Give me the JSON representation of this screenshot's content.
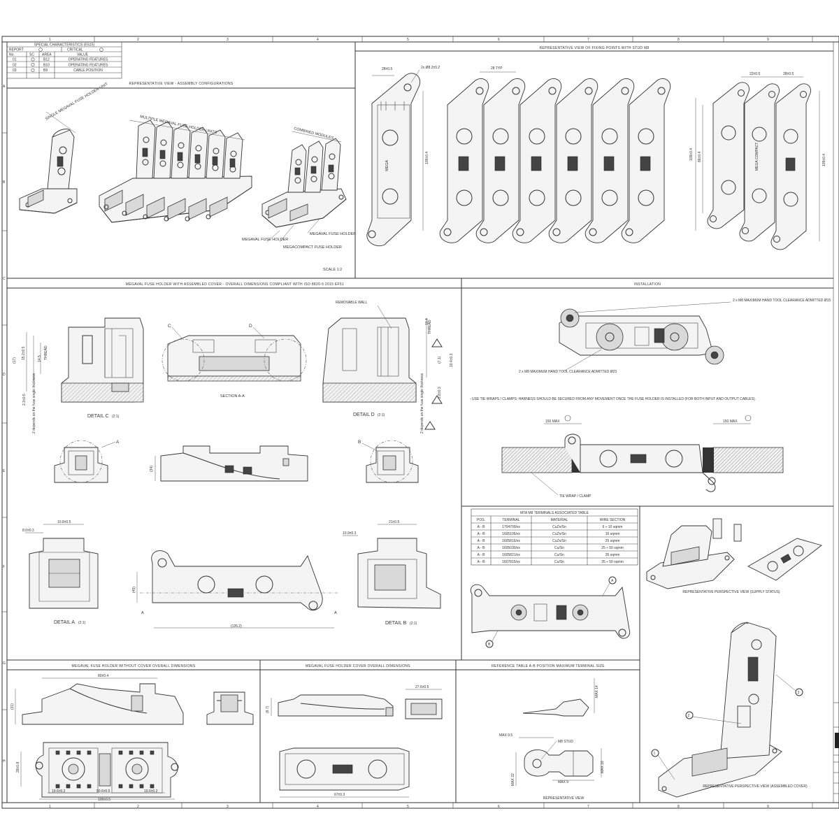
{
  "frame": {
    "columns": [
      "1",
      "2",
      "3",
      "4",
      "5",
      "6",
      "7",
      "8",
      "9"
    ],
    "rows": [
      "A",
      "B",
      "C",
      "D",
      "E",
      "F",
      "G",
      "H"
    ]
  },
  "sc_table": {
    "title": "SPECIAL CHARACTERISTICS (ES15)",
    "report_label": "REPORT",
    "critical_label": "CRITICAL",
    "headers": [
      "No.",
      "SC",
      "AREA",
      "VALUE"
    ],
    "rows": [
      {
        "no": "01",
        "area": "B12",
        "value": "OPERATING FEATURES"
      },
      {
        "no": "02",
        "area": "B10",
        "value": "OPERATING FEATURES"
      },
      {
        "no": "03",
        "area": "B9",
        "value": "CABLE POSITION"
      }
    ]
  },
  "assembly": {
    "title": "REPRESENTATIVE VIEW - ASSEMBLY CONFIGURATIONS",
    "single_label": "SINGLE MEGAVAL FUSE HOLDER UNIT",
    "multiple_label": "MULTIPLE MEGAVAL FUSE HOLDER UNITS",
    "combined_label": "COMBINED MODULES",
    "megaval_left": "MEGAVAL FUSE HOLDER",
    "megaval_right": "MEGAVAL FUSE HOLDER",
    "megacompact": "MEGACOMPACT FUSE HOLDER",
    "scale": "SCALE 1:2"
  },
  "fixing": {
    "title": "REPRESENTATIVE VIEW OF FIXING POINTS WITH STUD M8",
    "dim_a": "28±0.5",
    "dim_holes": "2x Ø8.2±0.2",
    "dim_typ": "28 TYP",
    "dim_h1": "109±0.4",
    "dim_c1": "22±0.5",
    "dim_c2": "28±0.5",
    "dim_h2": "109±0.4",
    "dim_h3": "86±0.4",
    "dim_h4": "109±0.4",
    "mark_mega": "MEGA",
    "mark_compact": "MEGA COMPACT"
  },
  "overall": {
    "title": "MEGAVAL FUSE HOLDER WITH ASSEMBLED COVER - OVERALL DIMENSIONS COMPLIANT WITH ISO 8820-5:2015 EF51",
    "detail_c": "DETAIL C",
    "detail_d": "DETAIL D",
    "detail_a": "DETAIL A",
    "detail_b": "DETAIL B",
    "detail_scale": "(2:1)",
    "section_aa": "SECTION A-A",
    "removable_wall": "REMOVABLE WALL",
    "thread": "THREAD",
    "c_letter": "C",
    "d_letter": "D",
    "a_letter": "A",
    "b_letter": "B",
    "dim_17": "(17)",
    "dim_152": "15.2±0.5",
    "dim_145": "14.5",
    "dim_23": "2.3±0.5",
    "dim_note": "2 depends on the fuse single thickness",
    "dim_right_1": "10.4",
    "dim_right_2": "(7.1)",
    "dim_right_3": "10.4±0.3",
    "dim_right_4": "2.8±0.3",
    "dim_34": "(34)",
    "dim_108": "10.8±0.5",
    "dim_80": "8.0±0.3",
    "dim_109b": "10.9±0.3",
    "dim_21": "21±0.5",
    "dim_126": "(126.2)",
    "dim_45": "(45)"
  },
  "installation": {
    "title": "INSTALLATION",
    "note_top": "2 x M8 MAXIMUM HAND TOOL CLEARANCE ADMITTED Ø15",
    "note_bottom": "2 x M8 MAXIMUM HAND TOOL CLEARANCE ADMITTED Ø23",
    "use_note": "- USE TIE WRAPS / CLAMPS: HARNESS SHOULD BE SECURED FROM ANY MOVEMENT ONCE THE FUSE HOLDER IS INSTALLED (FOR BOTH INPUT AND OUTPUT CABLES).",
    "max_left": "150 MAX",
    "max_right": "150 MAX",
    "tie_wrap": "TIE WRAP / CLAMP"
  },
  "terminals": {
    "title": "MTA M8 TERMINALS ASSOCIATED TABLE",
    "headers": [
      "POS.",
      "TERMINAL",
      "MATERIAL",
      "WIRE SECTION"
    ],
    "rows": [
      [
        "A - B",
        "1704700/xx",
        "CuZn/Sn",
        "6 ÷ 10 sqmm"
      ],
      [
        "A - B",
        "1605106/xx",
        "CuZn/Sn",
        "16 sqmm"
      ],
      [
        "A - B",
        "1605816/xx",
        "CuZn/Sn",
        "25 sqmm"
      ],
      [
        "A - B",
        "1605030/xx",
        "Cu/Sn",
        "25 ÷ 50 sqmm"
      ],
      [
        "A - B",
        "1605821/xx",
        "Cu/Sn",
        "35 sqmm"
      ],
      [
        "A - B",
        "1607815/xx",
        "Cu/Sn",
        "35 ÷ 50 sqmm"
      ]
    ]
  },
  "supply": {
    "caption": "REPRESENTATIVE PERSPECTIVE VIEW (SUPPLY STATUS)"
  },
  "assembled": {
    "caption": "REPRESENTATIVE PERSPECTIVE VIEW (ASSEMBLED COVER)",
    "call1": "1",
    "call2": "2",
    "call3": "3"
  },
  "without_cover": {
    "title": "MEGAVAL FUSE HOLDER WITHOUT COVER OVERALL DIMENSIONS",
    "dim_80": "80±0.4",
    "dim_31": "(31)",
    "dim_28": "28±0.8",
    "dim_196a": "19.6±0.2",
    "dim_506": "50.6±0.5",
    "dim_196b": "19.6±0.2",
    "dim_109": "109±0.5"
  },
  "cover": {
    "title": "MEGAVAL FUSE HOLDER COVER OVERALL DIMENSIONS",
    "dim_276": "27.6±0.5",
    "dim_87": "(8.7)",
    "dim_67": "67±0.3"
  },
  "ref_table": {
    "title": "REFERENCE TABLE A-B POSITION MAXIMUM TERMINAL SIZE",
    "max14": "MAX 14",
    "max95": "MAX 9.5",
    "m8stud": "M8 STUD",
    "max22": "MAX 22",
    "max9": "MAX 9",
    "max16": "MAX 16",
    "caption": "REPRESENTATIVE VIEW"
  }
}
